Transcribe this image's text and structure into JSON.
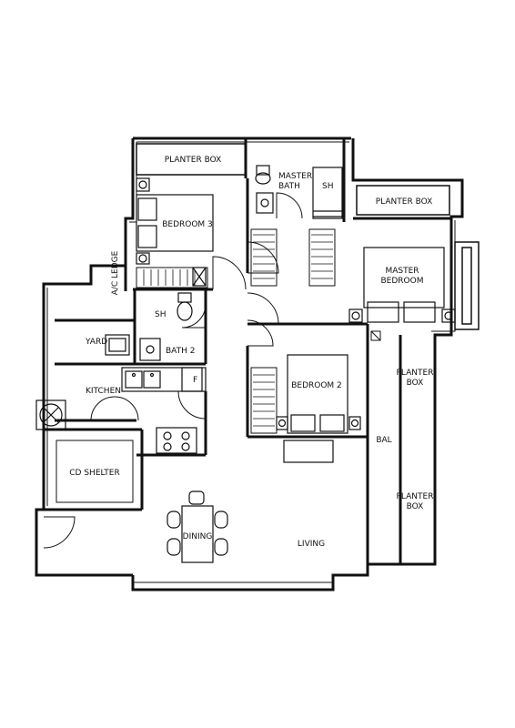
{
  "labels": {
    "planter_box_top": "PLANTER BOX",
    "master_bath": "MASTER BATH",
    "sh_master": "SH",
    "planter_box_right": "PLANTER BOX",
    "bedroom3": "BEDROOM 3",
    "ac_ledge": "A/C LEDGE",
    "master_bedroom": "MASTER BEDROOM",
    "sh_bath2": "SH",
    "yard": "YARD",
    "bath2": "BATH 2",
    "planter_box_bal_1": "PLANTER BOX",
    "kitchen": "KITCHEN",
    "bedroom2": "BEDROOM 2",
    "bal": "BAL",
    "cd_shelter": "CD SHELTER",
    "planter_box_bal_2": "PLANTER BOX",
    "dining": "DINING",
    "living": "LIVING",
    "fridge": "F"
  }
}
